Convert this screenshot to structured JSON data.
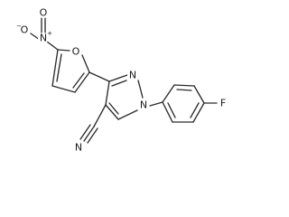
{
  "molecule": {
    "atoms": {
      "nitro_o_minus": {
        "symbol": "O",
        "charge": "−",
        "color": "#1a1a1a"
      },
      "nitro_n": {
        "symbol": "N",
        "charge": "+",
        "color": "#1a1a1a"
      },
      "nitro_o_double": {
        "symbol": "O",
        "charge": "",
        "color": "#1a1a1a"
      },
      "furan_o": {
        "symbol": "O",
        "charge": "",
        "color": "#1a1a1a"
      },
      "pyrazole_n2": {
        "symbol": "N",
        "charge": "",
        "color": "#1a1a1a"
      },
      "pyrazole_n1": {
        "symbol": "N",
        "charge": "",
        "color": "#1a1a1a"
      },
      "nitrile_n": {
        "symbol": "N",
        "charge": "",
        "color": "#1a1a1a"
      },
      "fluorine": {
        "symbol": "F",
        "charge": "",
        "color": "#1a1a1a"
      }
    },
    "bond_color": "#2b2b2b",
    "background": "#ffffff"
  }
}
